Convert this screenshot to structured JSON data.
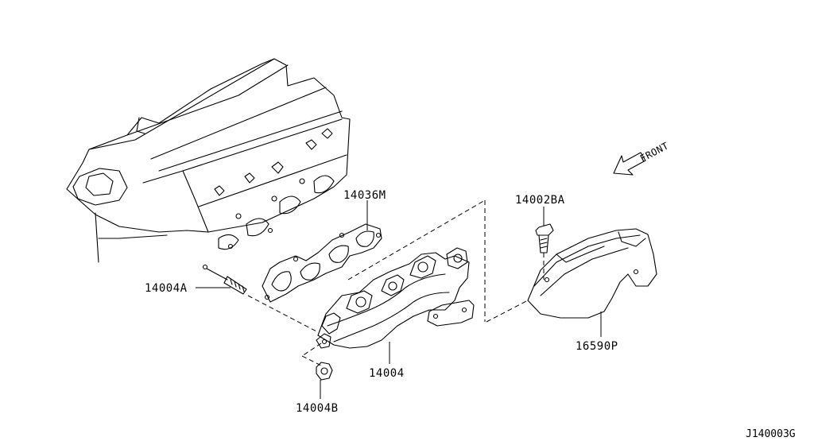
{
  "labels": {
    "gasket": "14036M",
    "stud": "14004A",
    "manifold": "14004",
    "nut": "14004B",
    "bolt": "14002BA",
    "heat_cover": "16590P",
    "front": "FRONT",
    "diagram_ref": "J140003G"
  }
}
